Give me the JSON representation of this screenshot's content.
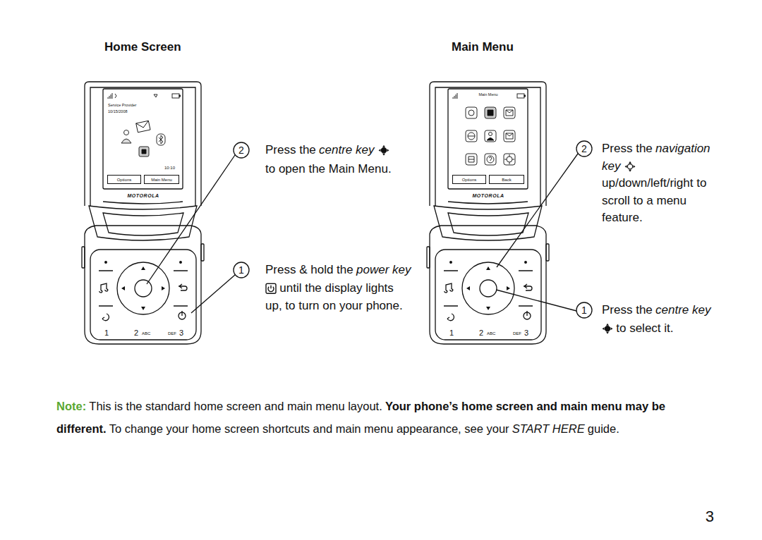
{
  "diagram": {
    "nodes": [
      {
        "text": [
          "Options"
        ]
      },
      {
        "text": [
          "Main Menu"
        ]
      },
      {
        "text": [
          "Options"
        ]
      },
      {
        "text": [
          "Back"
        ]
      }
    ],
    "labels": [
      "Home Screen",
      "Main Menu",
      "Service Provider",
      "10/15/2008",
      "10:10",
      "MOTOROLA",
      "Main Menu",
      "MOTOROLA",
      "1",
      "2",
      "ABC",
      "DEF",
      "3",
      "1",
      "2",
      "ABC",
      "DEF",
      "3",
      "2",
      "Press the",
      "centre key",
      "to open the Main Menu.",
      "1",
      "Press & hold the",
      "power key",
      "until the display lights",
      "up, to turn on your phone.",
      "2",
      "Press the",
      "navigation",
      "key",
      "up/down/left/right to",
      "scroll to a menu",
      "feature.",
      "1",
      "Press the",
      "centre key",
      "to select it.",
      "Note:",
      "This is the standard home screen and main menu layout.",
      "Your phone’s home screen and main menu may be different.",
      "To change your home screen shortcuts and main menu appearance, see your",
      "START HERE",
      "guide.",
      "3"
    ]
  }
}
